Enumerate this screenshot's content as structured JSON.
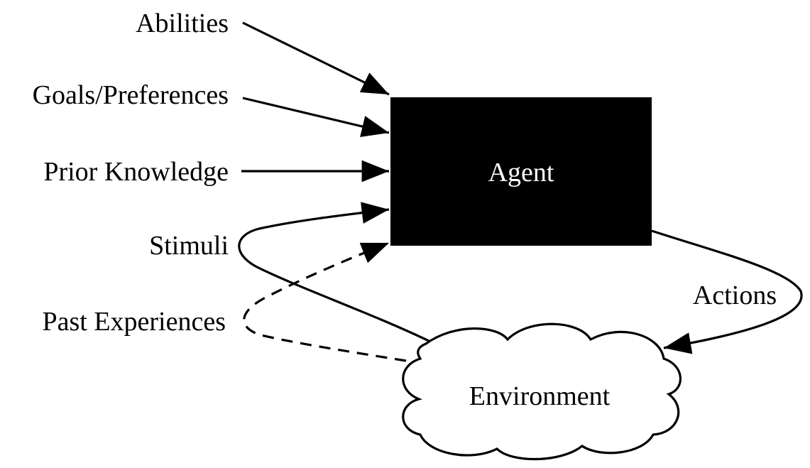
{
  "inputs": {
    "abilities": "Abilities",
    "goals": "Goals/Preferences",
    "prior_knowledge": "Prior Knowledge",
    "stimuli": "Stimuli",
    "past_experiences": "Past Experiences"
  },
  "agent": {
    "label": "Agent"
  },
  "environment": {
    "label": "Environment"
  },
  "actions": {
    "label": "Actions"
  },
  "colors": {
    "ink": "#000000",
    "agent_fill": "#000000",
    "agent_text": "#ffffff",
    "background": "#ffffff"
  }
}
